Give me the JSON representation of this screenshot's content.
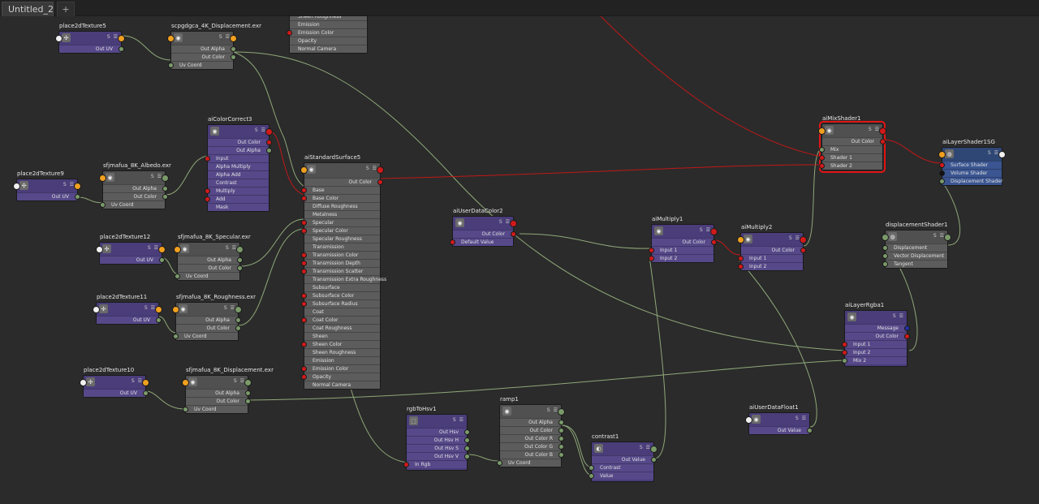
{
  "tabs": [
    {
      "label": "Untitled_2"
    },
    {
      "label": "+"
    }
  ],
  "colors": {
    "wire_green": "#8fa878",
    "wire_red": "#c01818",
    "node_purple": "#4a3d7a",
    "node_gray": "#505050",
    "node_blue": "#2f4775",
    "select": "#e21414"
  },
  "nodes": {
    "place2dTexture5": {
      "title": "place2dTexture5",
      "attrs": [
        "Out UV"
      ]
    },
    "scpgdgca_disp": {
      "title": "scpgdgca_4K_Displacement.exr",
      "attrs": [
        "Out Alpha",
        "Out Color",
        "Uv Coord"
      ]
    },
    "std_partial": {
      "attrs": [
        "Sheen Roughness",
        "Emission",
        "Emission Color",
        "Opacity",
        "Normal Camera"
      ]
    },
    "place2dTexture9": {
      "title": "place2dTexture9",
      "attrs": [
        "Out UV"
      ]
    },
    "albedo": {
      "title": "sfjmafua_8K_Albedo.exr",
      "attrs": [
        "Out Alpha",
        "Out Color",
        "Uv Coord"
      ]
    },
    "aiColorCorrect3": {
      "title": "aiColorCorrect3",
      "attrs": [
        "Out Color",
        "Out Alpha",
        "Input",
        "Alpha Multiply",
        "Alpha Add",
        "Contrast",
        "Multiply",
        "Add",
        "Mask"
      ]
    },
    "aiStandardSurface5": {
      "title": "aiStandardSurface5",
      "attrs": [
        "Out Color",
        "Base",
        "Base Color",
        "Diffuse Roughness",
        "Metalness",
        "Specular",
        "Specular Color",
        "Specular Roughness",
        "Transmission",
        "Transmission Color",
        "Transmission Depth",
        "Transmission Scatter",
        "Transmission Extra Roughness",
        "Subsurface",
        "Subsurface Color",
        "Subsurface Radius",
        "Coat",
        "Coat Color",
        "Coat Roughness",
        "Sheen",
        "Sheen Color",
        "Sheen Roughness",
        "Emission",
        "Emission Color",
        "Opacity",
        "Normal Camera"
      ]
    },
    "place2dTexture12": {
      "title": "place2dTexture12",
      "attrs": [
        "Out UV"
      ]
    },
    "specular": {
      "title": "sfjmafua_8K_Specular.exr",
      "attrs": [
        "Out Alpha",
        "Out Color",
        "Uv Coord"
      ]
    },
    "place2dTexture11": {
      "title": "place2dTexture11",
      "attrs": [
        "Out UV"
      ]
    },
    "roughness": {
      "title": "sfjmafua_8K_Roughness.exr",
      "attrs": [
        "Out Alpha",
        "Out Color",
        "Uv Coord"
      ]
    },
    "place2dTexture10": {
      "title": "place2dTexture10",
      "attrs": [
        "Out UV"
      ]
    },
    "displacement": {
      "title": "sfjmafua_8K_Displacement.exr",
      "attrs": [
        "Out Alpha",
        "Out Color",
        "Uv Coord"
      ]
    },
    "aiUserDataColor2": {
      "title": "aiUserDataColor2",
      "attrs": [
        "Out Color",
        "Default Value"
      ]
    },
    "aiMultiply1": {
      "title": "aiMultiply1",
      "attrs": [
        "Out Color",
        "Input 1",
        "Input 2"
      ]
    },
    "aiMultiply2": {
      "title": "aiMultiply2",
      "attrs": [
        "Out Color",
        "Input 1",
        "Input 2"
      ]
    },
    "aiMixShader1": {
      "title": "aiMixShader1",
      "attrs": [
        "Out Color",
        "Mix",
        "Shader 1",
        "Shader 2"
      ]
    },
    "aiLayerShader1SG": {
      "title": "aiLayerShader1SG",
      "attrs": [
        "Surface Shader",
        "Volume Shader",
        "Displacement Shader"
      ]
    },
    "displacementShader1": {
      "title": "displacementShader1",
      "attrs": [
        "Displacement",
        "Vector Displacement",
        "Tangent"
      ]
    },
    "aiLayerRgba1": {
      "title": "aiLayerRgba1",
      "attrs": [
        "Message",
        "Out Color",
        "Input 1",
        "Input 2",
        "Mix 2"
      ]
    },
    "aiUserDataFloat1": {
      "title": "aiUserDataFloat1",
      "attrs": [
        "Out Value"
      ]
    },
    "rgbToHsv1": {
      "title": "rgbToHsv1",
      "attrs": [
        "Out Hsv",
        "Out Hsv H",
        "Out Hsv S",
        "Out Hsv V",
        "In Rgb"
      ]
    },
    "ramp1": {
      "title": "ramp1",
      "attrs": [
        "Out Alpha",
        "Out Color",
        "Out Color R",
        "Out Color G",
        "Out Color B",
        "Uv Coord"
      ]
    },
    "contrast1": {
      "title": "contrast1",
      "attrs": [
        "Out Value",
        "Contrast",
        "Value"
      ]
    }
  }
}
